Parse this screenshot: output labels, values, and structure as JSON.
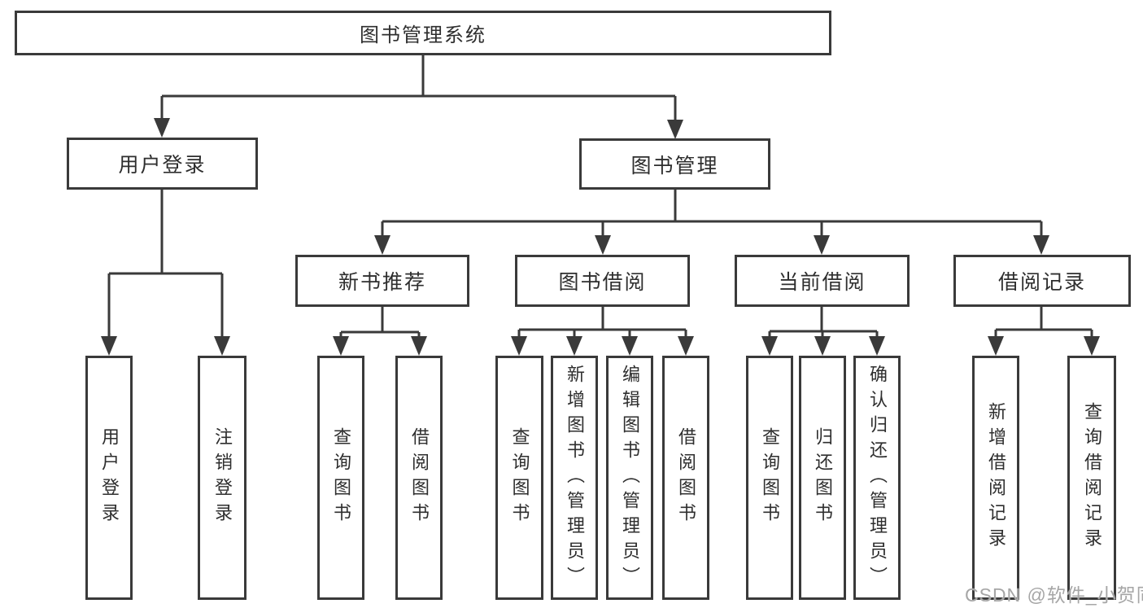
{
  "root": {
    "label": "图书管理系统"
  },
  "level2": {
    "user_login": {
      "label": "用户登录"
    },
    "book_management": {
      "label": "图书管理"
    }
  },
  "level3": {
    "new_book_recommend": {
      "label": "新书推荐"
    },
    "book_borrow": {
      "label": "图书借阅"
    },
    "current_borrow": {
      "label": "当前借阅"
    },
    "borrow_records": {
      "label": "借阅记录"
    }
  },
  "leaves": {
    "user_login": {
      "login": "用户登录",
      "logout": "注销登录"
    },
    "new_book_recommend": {
      "query": "查询图书",
      "borrow": "借阅图书"
    },
    "book_borrow": {
      "query": "查询图书",
      "add_admin": "新增图书（管理员）",
      "edit_admin": "编辑图书（管理员）",
      "borrow": "借阅图书"
    },
    "current_borrow": {
      "query": "查询图书",
      "return": "归还图书",
      "confirm_return_admin": "确认归还（管理员）"
    },
    "borrow_records": {
      "add": "新增借阅记录",
      "query": "查询借阅记录"
    }
  },
  "watermark": "CSDN @软件_小贺同学",
  "colors": {
    "line": "#3a3a3a",
    "text": "#2e2e2e",
    "watermark": "#a6a6a6",
    "background": "#ffffff"
  }
}
